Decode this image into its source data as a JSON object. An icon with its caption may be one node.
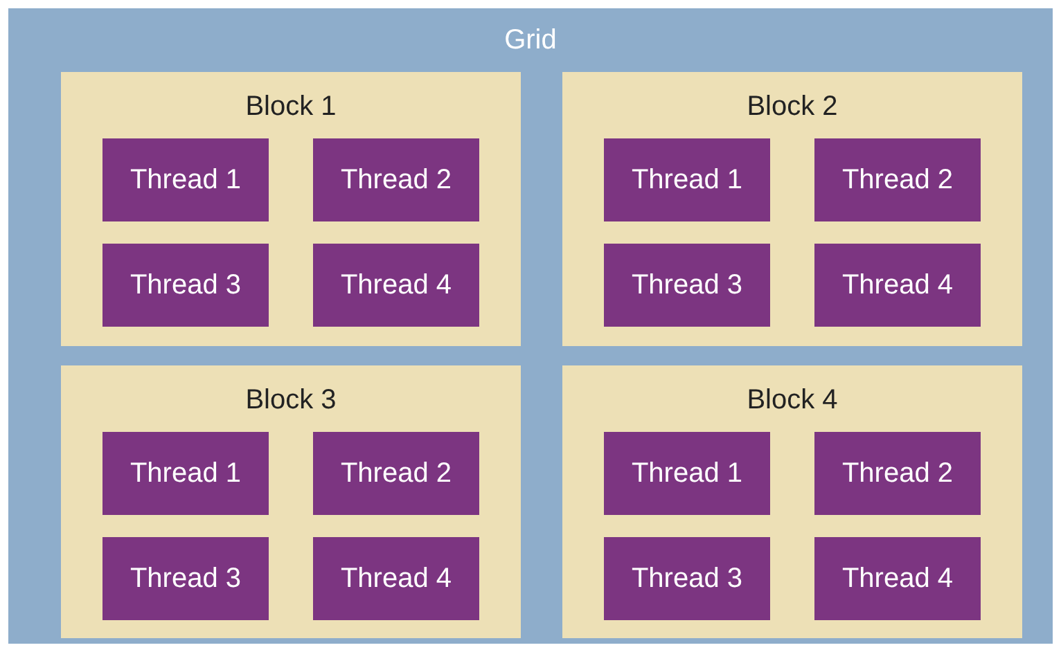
{
  "diagram": {
    "nodes": [
      {
        "text": [
          "Grid"
        ]
      },
      {
        "text": [
          "Block 1"
        ],
        "in": 0
      },
      {
        "text": [
          "Thread 1"
        ],
        "in": 1
      },
      {
        "text": [
          "Thread 2"
        ],
        "in": 1
      },
      {
        "text": [
          "Thread 3"
        ],
        "in": 1
      },
      {
        "text": [
          "Thread 4"
        ],
        "in": 1
      },
      {
        "text": [
          "Block 2"
        ],
        "in": 0
      },
      {
        "text": [
          "Thread 1"
        ],
        "in": 6
      },
      {
        "text": [
          "Thread 2"
        ],
        "in": 6
      },
      {
        "text": [
          "Thread 3"
        ],
        "in": 6
      },
      {
        "text": [
          "Thread 4"
        ],
        "in": 6
      },
      {
        "text": [
          "Block 3"
        ],
        "in": 0
      },
      {
        "text": [
          "Thread 1"
        ],
        "in": 11
      },
      {
        "text": [
          "Thread 2"
        ],
        "in": 11
      },
      {
        "text": [
          "Thread 3"
        ],
        "in": 11
      },
      {
        "text": [
          "Thread 4"
        ],
        "in": 11
      },
      {
        "text": [
          "Block 4"
        ],
        "in": 0
      },
      {
        "text": [
          "Thread 1"
        ],
        "in": 16
      },
      {
        "text": [
          "Thread 2"
        ],
        "in": 16
      },
      {
        "text": [
          "Thread 3"
        ],
        "in": 16
      },
      {
        "text": [
          "Thread 4"
        ],
        "in": 16
      }
    ]
  }
}
